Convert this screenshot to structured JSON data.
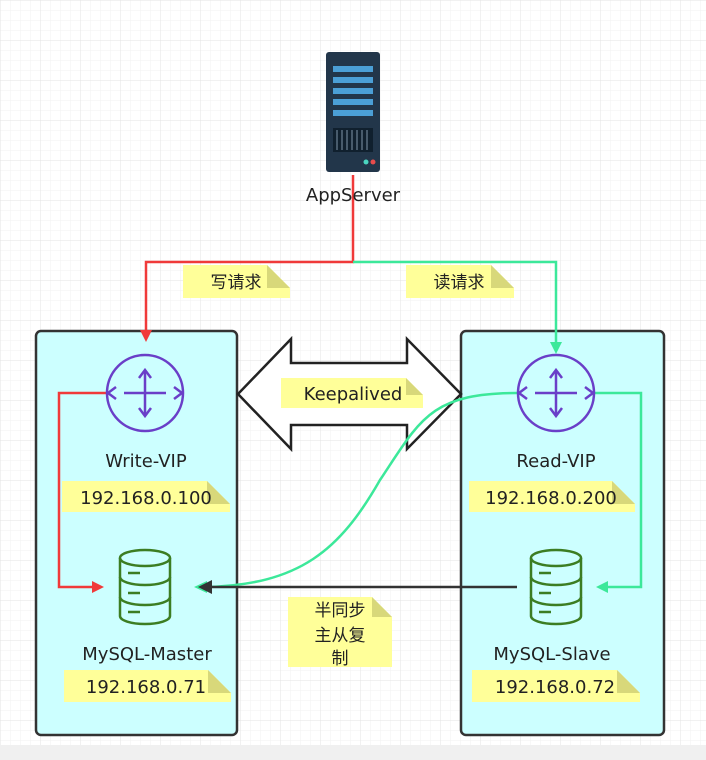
{
  "nodes": {
    "app_server": {
      "label": "AppServer"
    },
    "write_vip": {
      "label": "Write-VIP",
      "ip": "192.168.0.100"
    },
    "read_vip": {
      "label": "Read-VIP",
      "ip": "192.168.0.200"
    },
    "mysql_master": {
      "label": "MySQL-Master",
      "ip": "192.168.0.71"
    },
    "mysql_slave": {
      "label": "MySQL-Slave",
      "ip": "192.168.0.72"
    }
  },
  "notes": {
    "write_request": "写请求",
    "read_request": "读请求",
    "keepalived": "Keepalived",
    "replication": [
      "半同步",
      "主从复",
      "制"
    ]
  },
  "colors": {
    "write_path": "#f03a3a",
    "read_path": "#3ce89a",
    "replication_path": "#333333",
    "container_fill": "#ccffff",
    "container_border": "#333333",
    "router_icon": "#6a3fc8",
    "database_icon": "#3c7d22",
    "note_fill": "#ffff99",
    "server_body": "#22364a"
  },
  "icons": [
    "server-icon",
    "router-icon",
    "database-icon",
    "double-arrow-icon"
  ]
}
